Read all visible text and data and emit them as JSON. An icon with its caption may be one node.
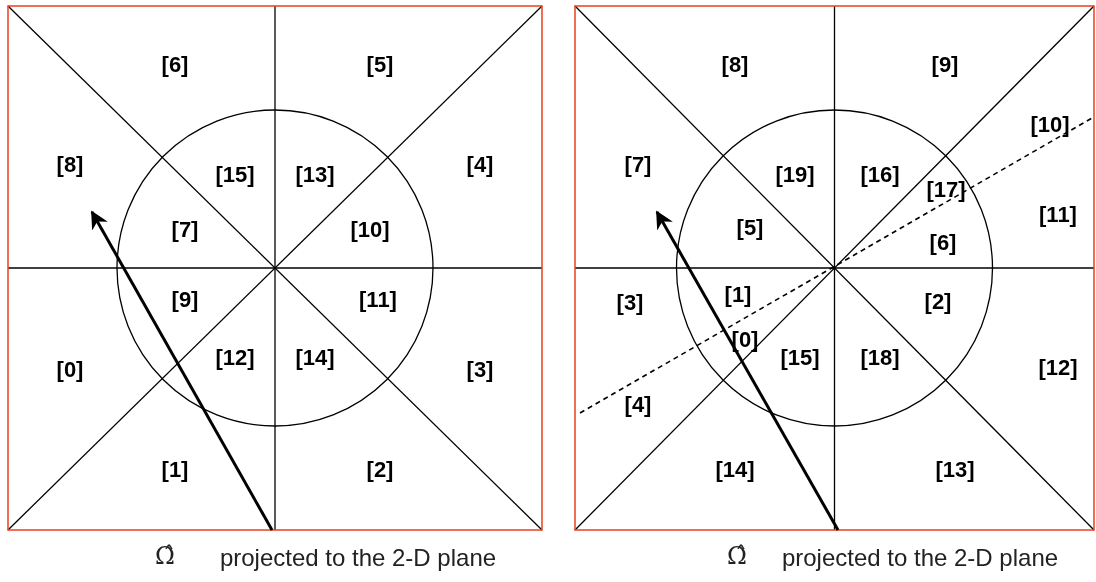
{
  "diagram": {
    "labels": [
      "[6]",
      "[5]",
      "[8]",
      "[15]",
      "[13]",
      "[4]",
      "[7]",
      "[10]",
      "[9]",
      "[11]",
      "[0]",
      "[12]",
      "[14]",
      "[3]",
      "[1]",
      "[2]",
      "[8]",
      "[9]",
      "[10]",
      "[7]",
      "[19]",
      "[16]",
      "[17]",
      "[11]",
      "[5]",
      "[6]",
      "[3]",
      "[1]",
      "[2]",
      "[0]",
      "[15]",
      "[18]",
      "[12]",
      "[4]",
      "[14]",
      "[13]",
      "Ω̂",
      "projected to the 2-D plane",
      "Ω̂",
      "projected to the 2-D plane"
    ]
  }
}
